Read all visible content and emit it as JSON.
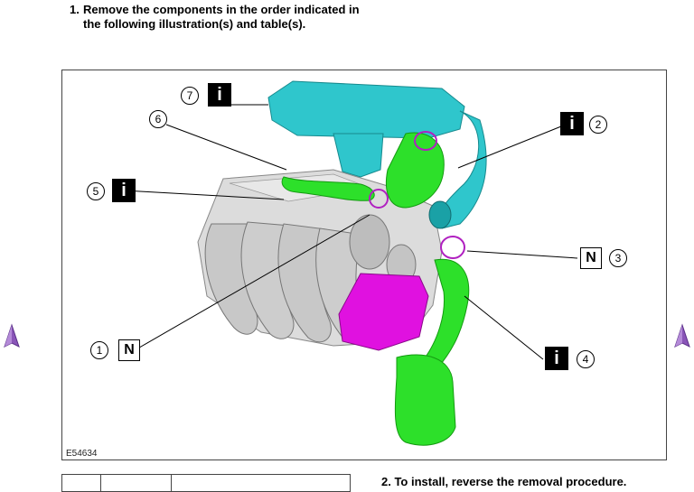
{
  "step": {
    "number": "1.",
    "text": "Remove the components in the order indicated in the following illustration(s) and table(s)."
  },
  "figure": {
    "id_label": "E54634",
    "callouts": [
      {
        "num": "7",
        "badge": "i"
      },
      {
        "num": "6",
        "badge": ""
      },
      {
        "num": "5",
        "badge": "i"
      },
      {
        "num": "1",
        "badge": "N"
      },
      {
        "num": "2",
        "badge": "i"
      },
      {
        "num": "3",
        "badge": "N"
      },
      {
        "num": "4",
        "badge": "i"
      }
    ]
  },
  "colors": {
    "air_cleaner": "#2fc6cc",
    "intake_duct": "#2de02a",
    "heat_shield": "#e011e0",
    "engine": "#d4d4d4",
    "nav_arrow": "#8a55b8"
  },
  "icons": {
    "prev": "up-arrow-icon",
    "next": "up-arrow-icon"
  },
  "next_step": {
    "text": "2. To install, reverse the removal procedure."
  }
}
